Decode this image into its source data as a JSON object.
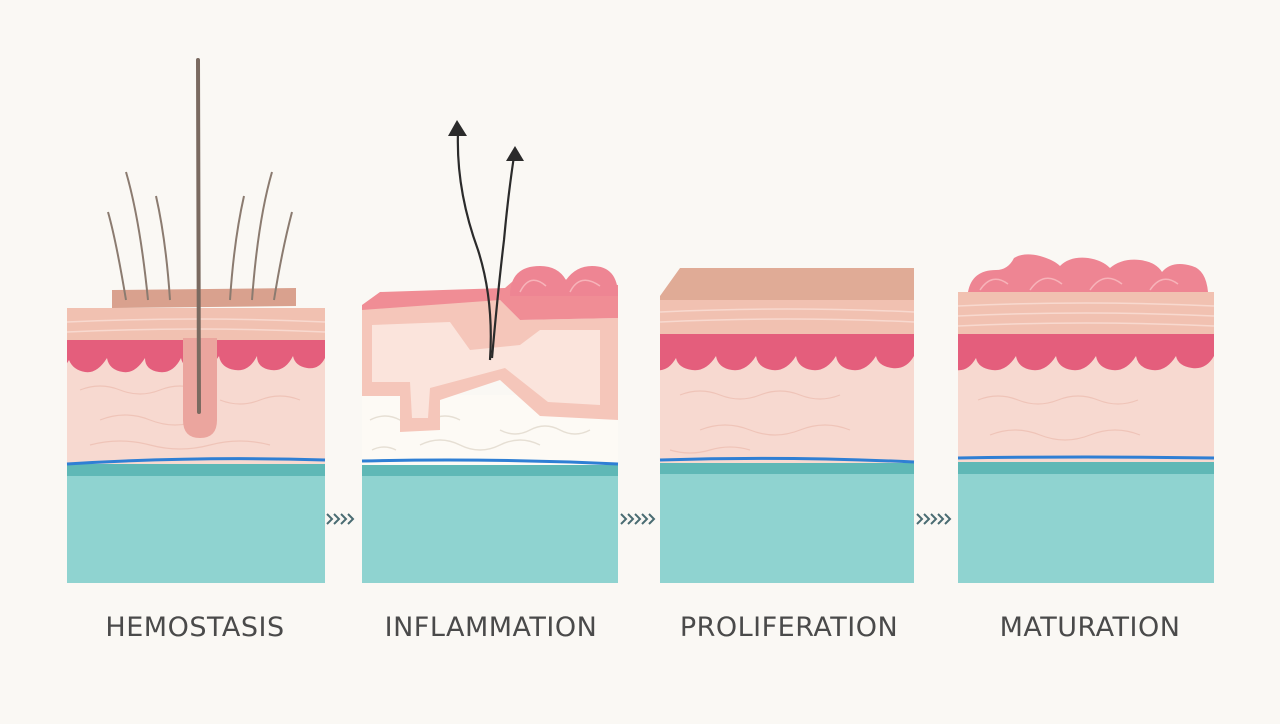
{
  "stages": [
    {
      "label": "HEMOSTASIS"
    },
    {
      "label": "INFLAMMATION"
    },
    {
      "label": "PROLIFERATION"
    },
    {
      "label": "MATURATION"
    }
  ],
  "colors": {
    "background": "#faf8f4",
    "subcutis": "#8fd3d0",
    "subcutis_edge": "#5fb8b6",
    "basement_line": "#2f7fd4",
    "dermis": "#f7d9d0",
    "papillae": "#e45e7c",
    "epidermis": "#f1c1b1",
    "scab": "#d9a18e",
    "wound": "#f08d95",
    "fibrin": "#ffffff",
    "hair": "#7a6a60",
    "label_text": "#4a4a4a"
  },
  "icons": {
    "connector": "chevron-arrows-icon",
    "signal": "up-arrow-icon"
  }
}
